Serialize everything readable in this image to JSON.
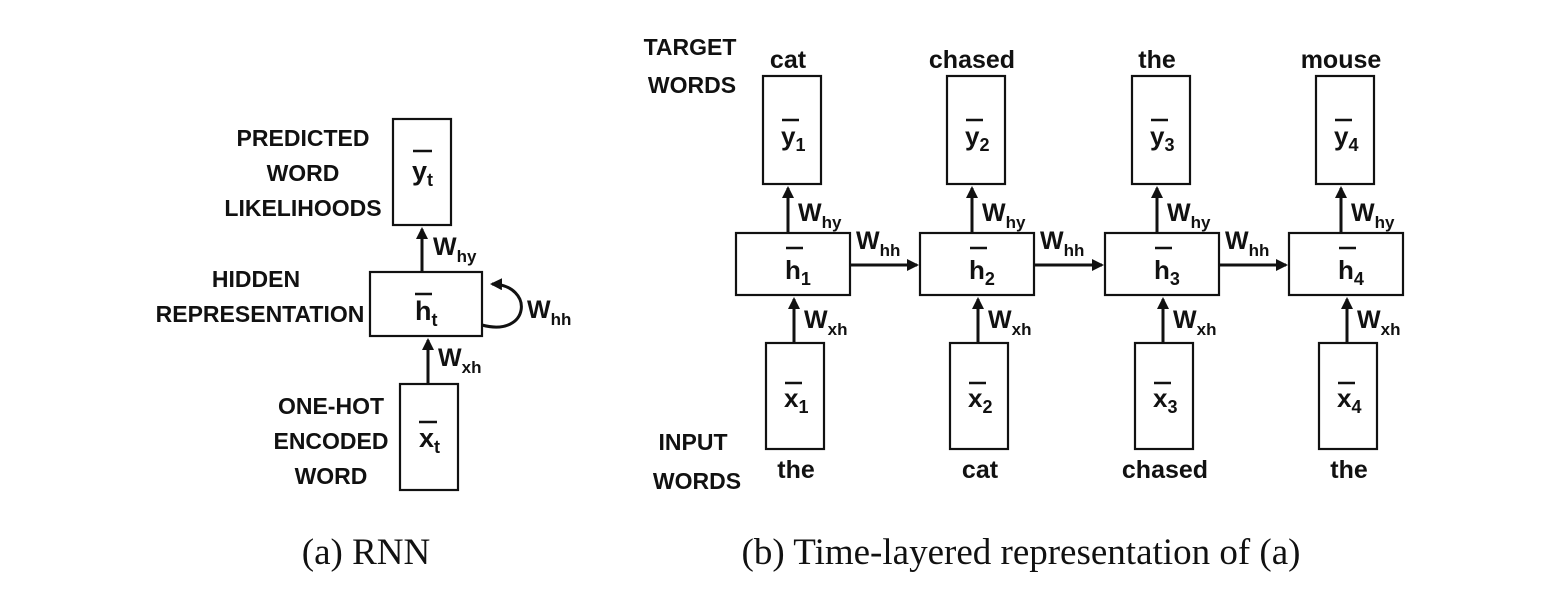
{
  "panel_a": {
    "caption": "(a) RNN",
    "output_label": [
      "PREDICTED",
      "WORD",
      "LIKELIHOODS"
    ],
    "hidden_label": [
      "HIDDEN",
      "REPRESENTATION"
    ],
    "input_label": [
      "ONE-HOT",
      "ENCODED",
      "WORD"
    ],
    "y_node": {
      "base": "y",
      "sub": "t"
    },
    "h_node": {
      "base": "h",
      "sub": "t"
    },
    "x_node": {
      "base": "x",
      "sub": "t"
    },
    "w_hy": {
      "base": "W",
      "sub": "hy"
    },
    "w_hh": {
      "base": "W",
      "sub": "hh"
    },
    "w_xh": {
      "base": "W",
      "sub": "xh"
    }
  },
  "panel_b": {
    "caption": "(b) Time-layered representation of (a)",
    "target_label": [
      "TARGET",
      "WORDS"
    ],
    "input_label": [
      "INPUT",
      "WORDS"
    ],
    "weights": {
      "hy": {
        "base": "W",
        "sub": "hy"
      },
      "hh": {
        "base": "W",
        "sub": "hh"
      },
      "xh": {
        "base": "W",
        "sub": "xh"
      }
    },
    "steps": [
      {
        "target": "cat",
        "input": "the",
        "y_base": "y",
        "h_base": "h",
        "x_base": "x",
        "sub": "1"
      },
      {
        "target": "chased",
        "input": "cat",
        "y_base": "y",
        "h_base": "h",
        "x_base": "x",
        "sub": "2"
      },
      {
        "target": "the",
        "input": "chased",
        "y_base": "y",
        "h_base": "h",
        "x_base": "x",
        "sub": "3"
      },
      {
        "target": "mouse",
        "input": "the",
        "y_base": "y",
        "h_base": "h",
        "x_base": "x",
        "sub": "4"
      }
    ]
  }
}
